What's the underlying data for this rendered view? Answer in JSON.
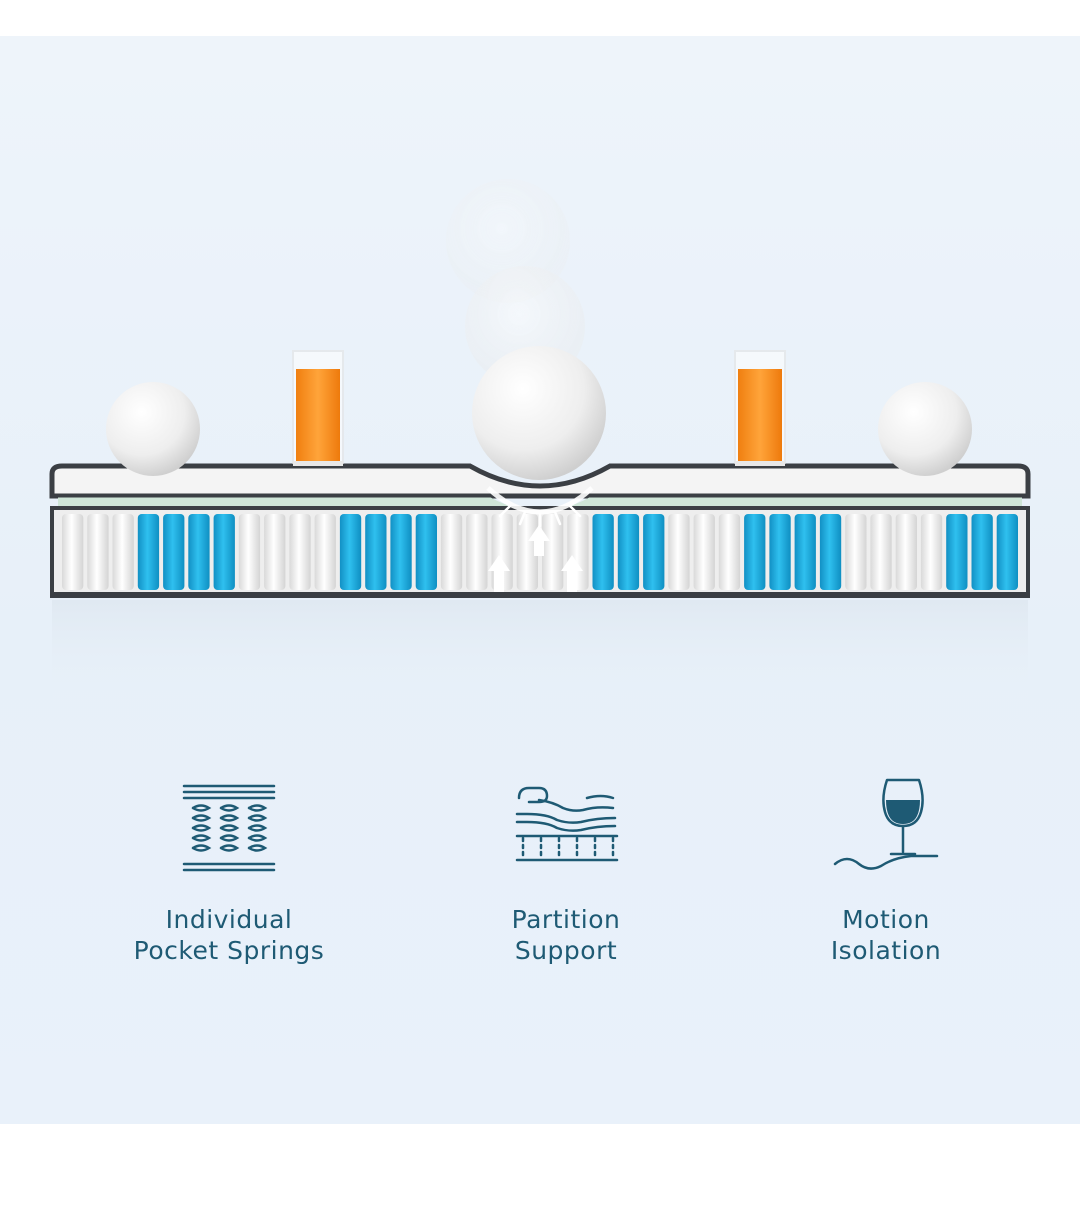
{
  "colors": {
    "background": "#eaf2fa",
    "accent_blue": "#1aa6d8",
    "icon_teal": "#1e5a74",
    "foam_green": "#cfe6d8",
    "juice_orange": "#f5901e"
  },
  "features": [
    {
      "icon": "pocket-springs-icon",
      "line1": "Individual",
      "line2": "Pocket Springs"
    },
    {
      "icon": "partition-support-icon",
      "line1": "Partition",
      "line2": "Support"
    },
    {
      "icon": "motion-isolation-icon",
      "line1": "Motion",
      "line2": "Isolation"
    }
  ]
}
